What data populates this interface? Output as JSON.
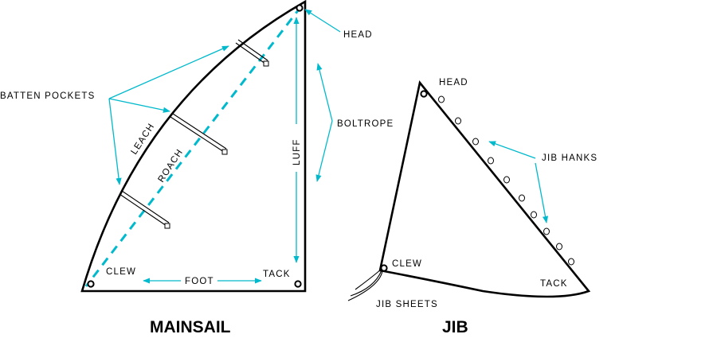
{
  "colors": {
    "accent": "#00b9cc",
    "ink": "#000000"
  },
  "mainsail": {
    "title": "MAINSAIL",
    "labels": {
      "head": "HEAD",
      "batten_pockets": "BATTEN POCKETS",
      "boltrope": "BOLTROPE",
      "leach": "LEACH",
      "roach": "ROACH",
      "luff": "LUFF",
      "clew": "CLEW",
      "foot": "FOOT",
      "tack": "TACK"
    }
  },
  "jib": {
    "title": "JIB",
    "labels": {
      "head": "HEAD",
      "jib_hanks": "JIB HANKS",
      "clew": "CLEW",
      "tack": "TACK",
      "jib_sheets": "JIB SHEETS"
    }
  }
}
